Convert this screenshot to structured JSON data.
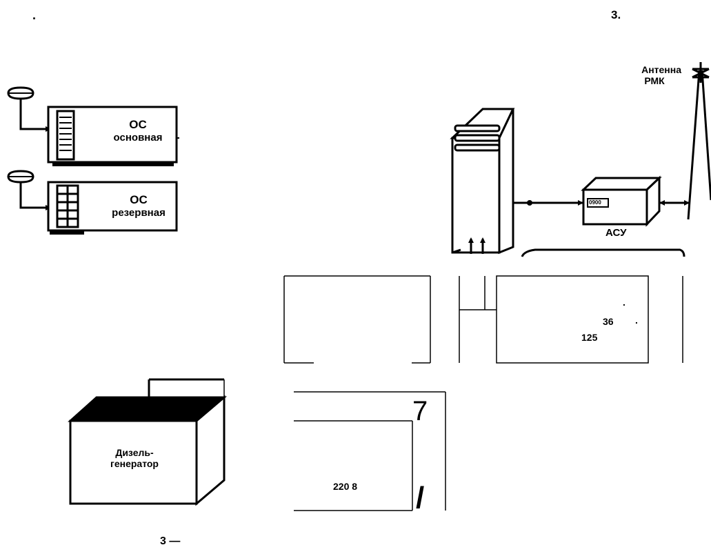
{
  "header": {
    "left_mark": ".",
    "right_mark": "3."
  },
  "servers": {
    "main": {
      "line1": "ОС",
      "line2": "основная"
    },
    "reserve": {
      "line1": "ОС",
      "line2": "резервная"
    }
  },
  "antenna": {
    "line1": "Антенна",
    "line2": "РМК"
  },
  "acu": {
    "label": "АСУ",
    "display": "0900"
  },
  "right_box": {
    "dot": ".",
    "value1": "36",
    "dot2": ".",
    "value2": "125"
  },
  "diesel": {
    "line1": "Дизель-",
    "line2": "генератор"
  },
  "power_box": {
    "value": "220 8",
    "mark_top": "7",
    "mark_bottom": "/"
  },
  "caption": "3 —"
}
